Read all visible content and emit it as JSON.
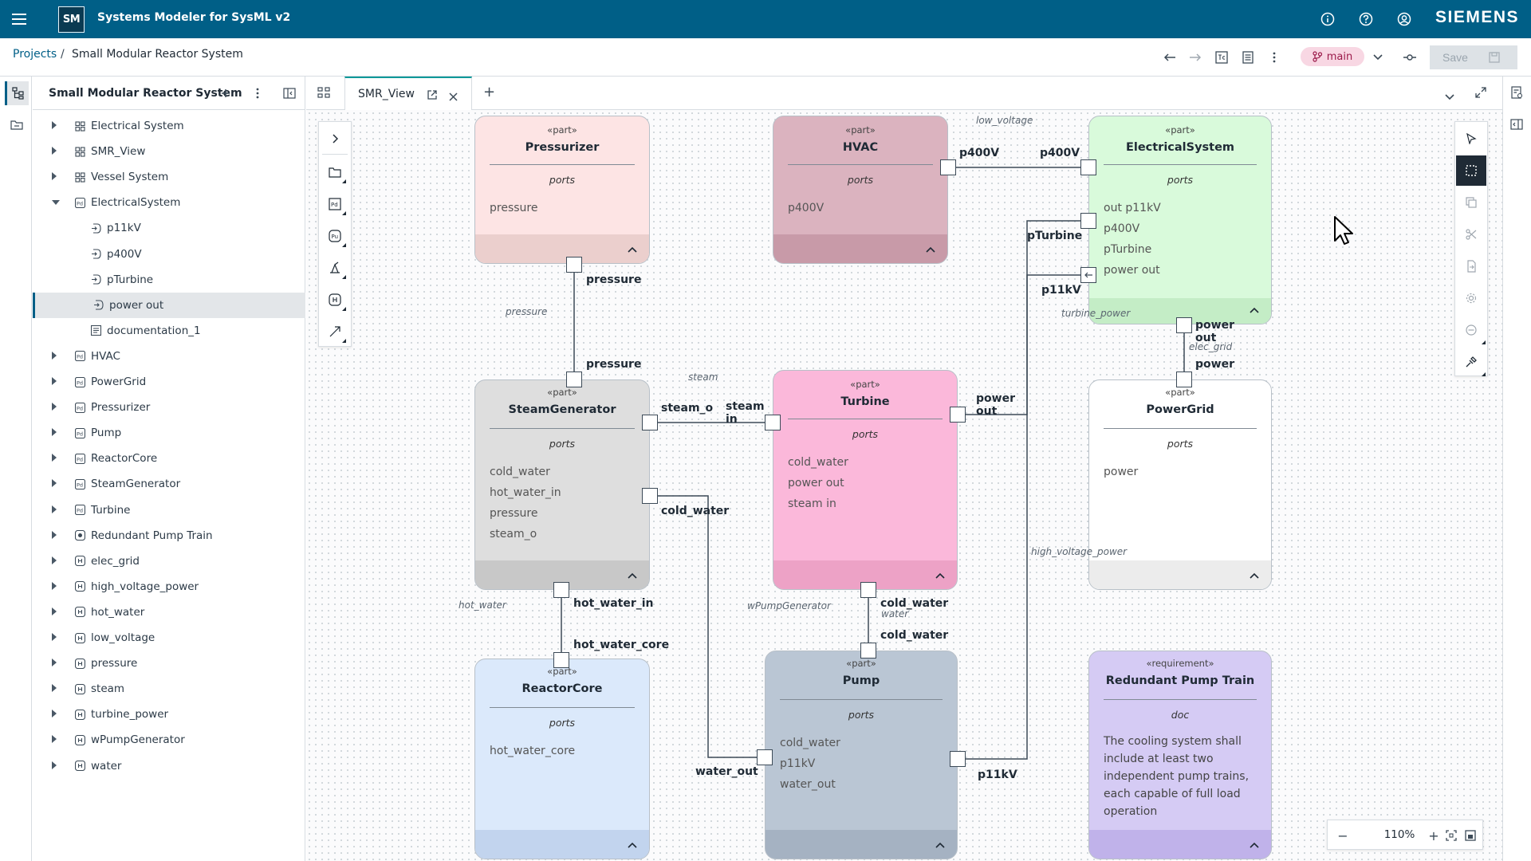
{
  "app": {
    "logo": "SM",
    "title": "Systems Modeler for SysML v2",
    "brand": "SIEMENS"
  },
  "breadcrumb": {
    "projects": "Projects",
    "separator": "/",
    "current": "Small Modular Reactor System"
  },
  "subbar": {
    "branch": "main",
    "save_label": "Save"
  },
  "tree": {
    "title": "Small Modular Reactor System",
    "items": [
      {
        "label": "Electrical System",
        "icon": "view-icon"
      },
      {
        "label": "SMR_View",
        "icon": "view-icon"
      },
      {
        "label": "Vessel System",
        "icon": "view-icon"
      },
      {
        "label": "ElectricalSystem",
        "icon": "part-def-icon"
      },
      {
        "label": "p11kV",
        "icon": "port-icon"
      },
      {
        "label": "p400V",
        "icon": "port-icon"
      },
      {
        "label": "pTurbine",
        "icon": "port-icon"
      },
      {
        "label": "power out",
        "icon": "port-icon"
      },
      {
        "label": "documentation_1",
        "icon": "doc-icon"
      },
      {
        "label": "HVAC",
        "icon": "part-def-icon"
      },
      {
        "label": "PowerGrid",
        "icon": "part-def-icon"
      },
      {
        "label": "Pressurizer",
        "icon": "part-def-icon"
      },
      {
        "label": "Pump",
        "icon": "part-def-icon"
      },
      {
        "label": "ReactorCore",
        "icon": "part-def-icon"
      },
      {
        "label": "SteamGenerator",
        "icon": "part-def-icon"
      },
      {
        "label": "Turbine",
        "icon": "part-def-icon"
      },
      {
        "label": "Redundant Pump Train",
        "icon": "requirement-icon"
      },
      {
        "label": "elec_grid",
        "icon": "interface-icon"
      },
      {
        "label": "high_voltage_power",
        "icon": "interface-icon"
      },
      {
        "label": "hot_water",
        "icon": "interface-icon"
      },
      {
        "label": "low_voltage",
        "icon": "interface-icon"
      },
      {
        "label": "pressure",
        "icon": "interface-icon"
      },
      {
        "label": "steam",
        "icon": "interface-icon"
      },
      {
        "label": "turbine_power",
        "icon": "interface-icon"
      },
      {
        "label": "wPumpGenerator",
        "icon": "interface-icon"
      },
      {
        "label": "water",
        "icon": "interface-icon"
      }
    ]
  },
  "tabs": {
    "view_label": "SMR_View",
    "add_label": "+"
  },
  "diagram": {
    "nodes": {
      "pressurizer": {
        "stereotype": "«part»",
        "name": "Pressurizer",
        "section": "ports",
        "ports": [
          "pressure"
        ]
      },
      "hvac": {
        "stereotype": "«part»",
        "name": "HVAC",
        "section": "ports",
        "ports": [
          "p400V"
        ]
      },
      "electrical": {
        "stereotype": "«part»",
        "name": "ElectricalSystem",
        "section": "ports",
        "ports": [
          "out p11kV",
          "p400V",
          "pTurbine",
          "power out"
        ]
      },
      "steamgen": {
        "stereotype": "«part»",
        "name": "SteamGenerator",
        "section": "ports",
        "ports": [
          "cold_water",
          "hot_water_in",
          "pressure",
          "steam_o"
        ]
      },
      "turbine": {
        "stereotype": "«part»",
        "name": "Turbine",
        "section": "ports",
        "ports": [
          "cold_water",
          "power out",
          "steam in"
        ]
      },
      "powergrid": {
        "stereotype": "«part»",
        "name": "PowerGrid",
        "section": "ports",
        "ports": [
          "power"
        ]
      },
      "reactor": {
        "stereotype": "«part»",
        "name": "ReactorCore",
        "section": "ports",
        "ports": [
          "hot_water_core"
        ]
      },
      "pump": {
        "stereotype": "«part»",
        "name": "Pump",
        "section": "ports",
        "ports": [
          "cold_water",
          "p11kV",
          "water_out"
        ]
      },
      "requirement": {
        "stereotype": "«requirement»",
        "name": "Redundant Pump Train",
        "section": "doc",
        "doc": "The cooling system shall include at least two independent pump trains, each capable of full load operation"
      }
    },
    "port_labels": {
      "pressurizer_pressure": "pressure",
      "steamgen_pressure": "pressure",
      "hvac_p400v": "p400V",
      "elec_p400v": "p400V",
      "elec_pturbine": "pTurbine",
      "elec_p11kv": "p11kV",
      "elec_powerout": "power out",
      "grid_power": "power",
      "steam_o": "steam_o",
      "steam_in": "steam in",
      "turbine_powerout": "power out",
      "sg_cold_water": "cold_water",
      "sg_hot_water_in": "hot_water_in",
      "core_hot_water": "hot_water_core",
      "turbine_cold_water": "cold_water",
      "pump_cold_water": "cold_water",
      "pump_water_out": "water_out",
      "pump_p11kv": "p11kV"
    },
    "connection_labels": {
      "low_voltage": "low_voltage",
      "pressure": "pressure",
      "steam": "steam",
      "turbine_power": "turbine_power",
      "elec_grid": "elec_grid",
      "high_voltage_power": "high_voltage_power",
      "hot_water": "hot_water",
      "wPumpGenerator": "wPumpGenerator",
      "water": "water"
    }
  },
  "zoom": {
    "level": "110%",
    "minus": "−",
    "plus": "+"
  },
  "colors": {
    "topbar": "#005f87",
    "pressurizer": "#fde4e4",
    "hvac": "#dbb3bf",
    "electrical": "#d9fadb",
    "steamgen": "#dedede",
    "turbine": "#fbb8da",
    "powergrid": "#ffffff",
    "reactor": "#dbe9fb",
    "pump": "#bac6d4",
    "requirement": "#d5cbf4"
  }
}
